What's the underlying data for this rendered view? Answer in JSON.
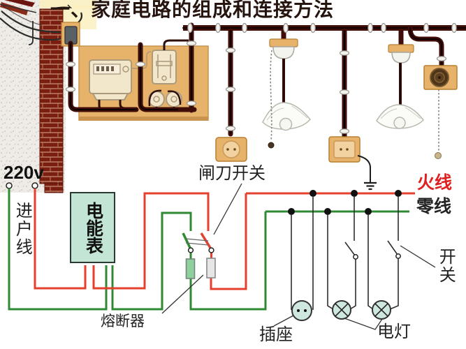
{
  "slide": {
    "title": "一、家庭电路的组成和连接方法"
  },
  "schematic_labels": {
    "voltage": "220v",
    "service_wires": "进户线",
    "energy_meter": "电能表",
    "knife_switch": "闸刀开关",
    "live_wire": "火线",
    "neutral_wire": "零线",
    "wall_switch": "开关",
    "fuse": "熔断器",
    "socket": "插座",
    "lamp": "电灯"
  },
  "colors": {
    "title_ink": "#26140e",
    "ink": "#222222",
    "live": "#e4402e",
    "neutral": "#2f8b33",
    "live_label": "#e01f1f",
    "meter_fill": "#c3e5d6",
    "meter_border": "#2b3a33",
    "component_fill": "#cfe8df",
    "board": "#e7b269",
    "board_face": "#f2d2a0",
    "board_border": "#b97f31",
    "brick": "#7a1e10",
    "mortar": "#c98f78",
    "pipe": "#400d08",
    "wall": "#efece7",
    "fuse_green": "#90cf9e",
    "fuse_gray": "#e6e6e6",
    "shade": "#fbfbf7",
    "shade_line": "#b8b8ae",
    "sun": "#fbf0c0"
  }
}
